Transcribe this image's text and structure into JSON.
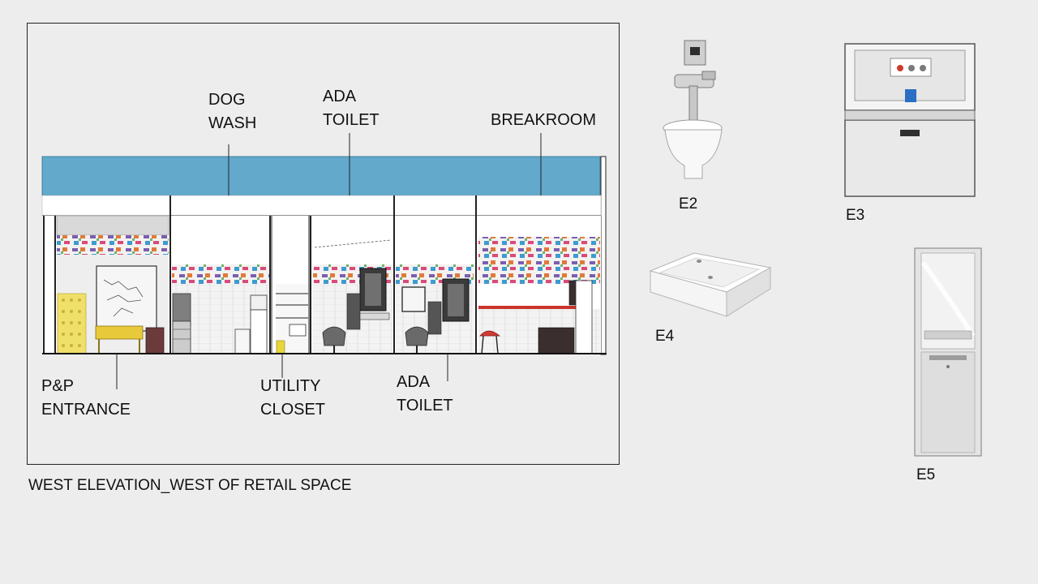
{
  "elevation": {
    "caption": "WEST ELEVATION_WEST OF RETAIL SPACE",
    "labels": {
      "dog_wash": [
        "DOG",
        "WASH"
      ],
      "ada_toilet_top": [
        "ADA",
        "TOILET"
      ],
      "breakroom": [
        "BREAKROOM"
      ],
      "pp_entrance": [
        "P&P",
        "ENTRANCE"
      ],
      "utility_closet": [
        "UTILITY",
        "CLOSET"
      ],
      "ada_toilet_bottom": [
        "ADA",
        "TOILET"
      ]
    }
  },
  "products": [
    {
      "code": "E2",
      "item": "wall-hung toilet with flush valve"
    },
    {
      "code": "E3",
      "item": "baby changing station"
    },
    {
      "code": "E4",
      "item": "vessel sink"
    },
    {
      "code": "E5",
      "item": "paper towel dispenser and waste receptacle"
    }
  ],
  "colors": {
    "soffit": "#62a9cc",
    "background": "#ededed",
    "accent_red": "#c9352b",
    "bench_yellow": "#e8c93a"
  }
}
